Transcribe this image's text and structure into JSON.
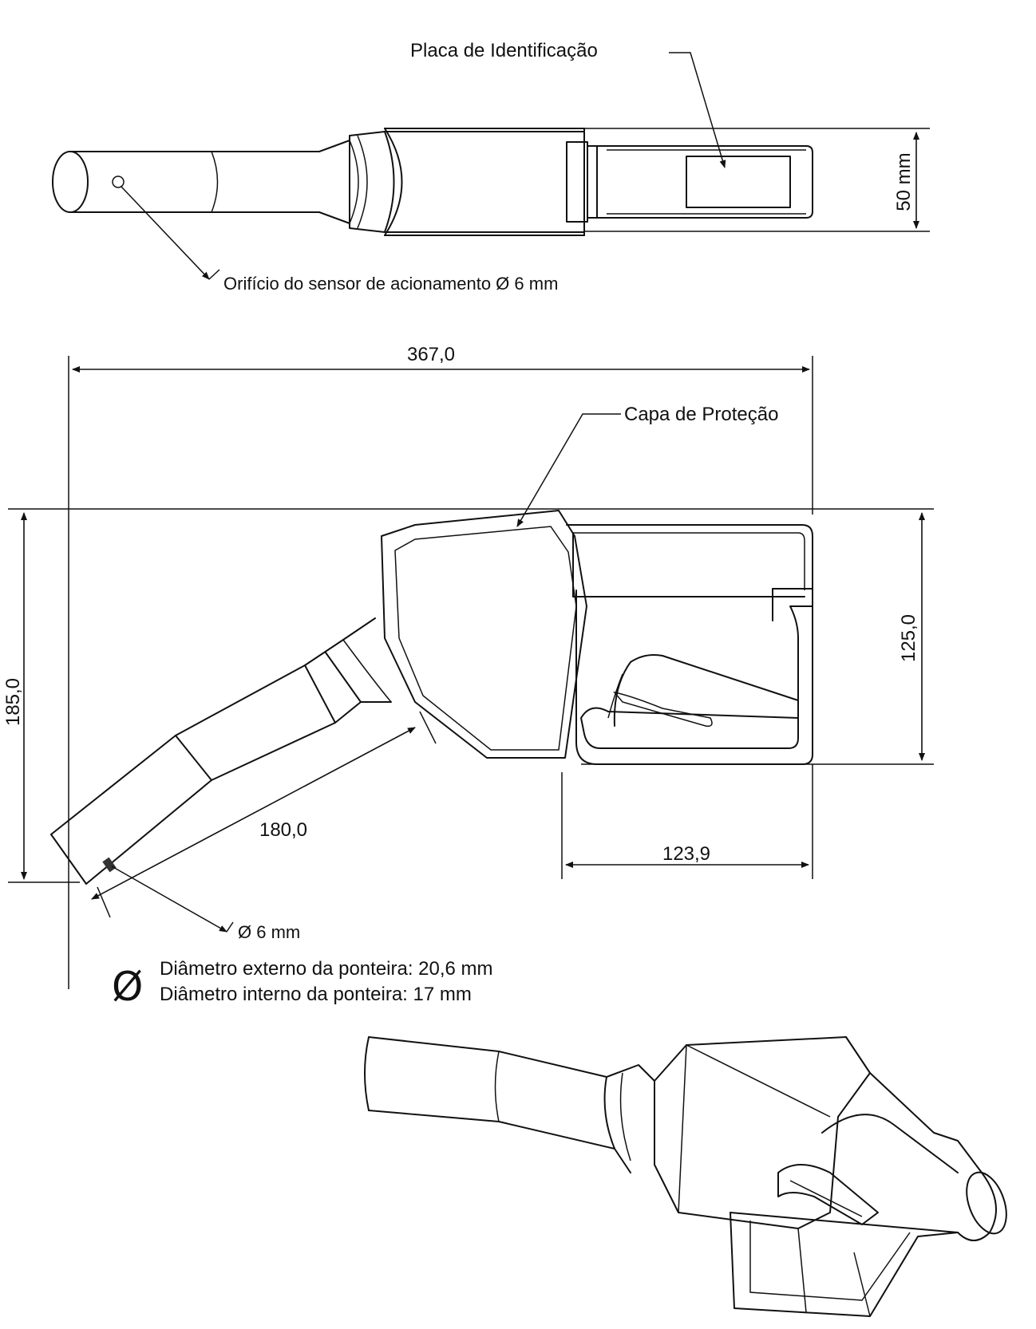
{
  "labels": {
    "nameplate": "Placa de Identificação",
    "sensor_hole": "Orifício do sensor de acionamento Ø 6 mm",
    "height_top": "50 mm",
    "overall_length": "367,0",
    "protective_cap": "Capa de Proteção",
    "overall_height": "185,0",
    "body_height": "125,0",
    "spout_length": "180,0",
    "handle_length": "123,9",
    "spout_hole": "Ø 6 mm",
    "diameter_symbol": "Ø",
    "outer_diameter": "Diâmetro externo da ponteira: 20,6 mm",
    "inner_diameter": "Diâmetro interno da ponteira: 17 mm"
  }
}
